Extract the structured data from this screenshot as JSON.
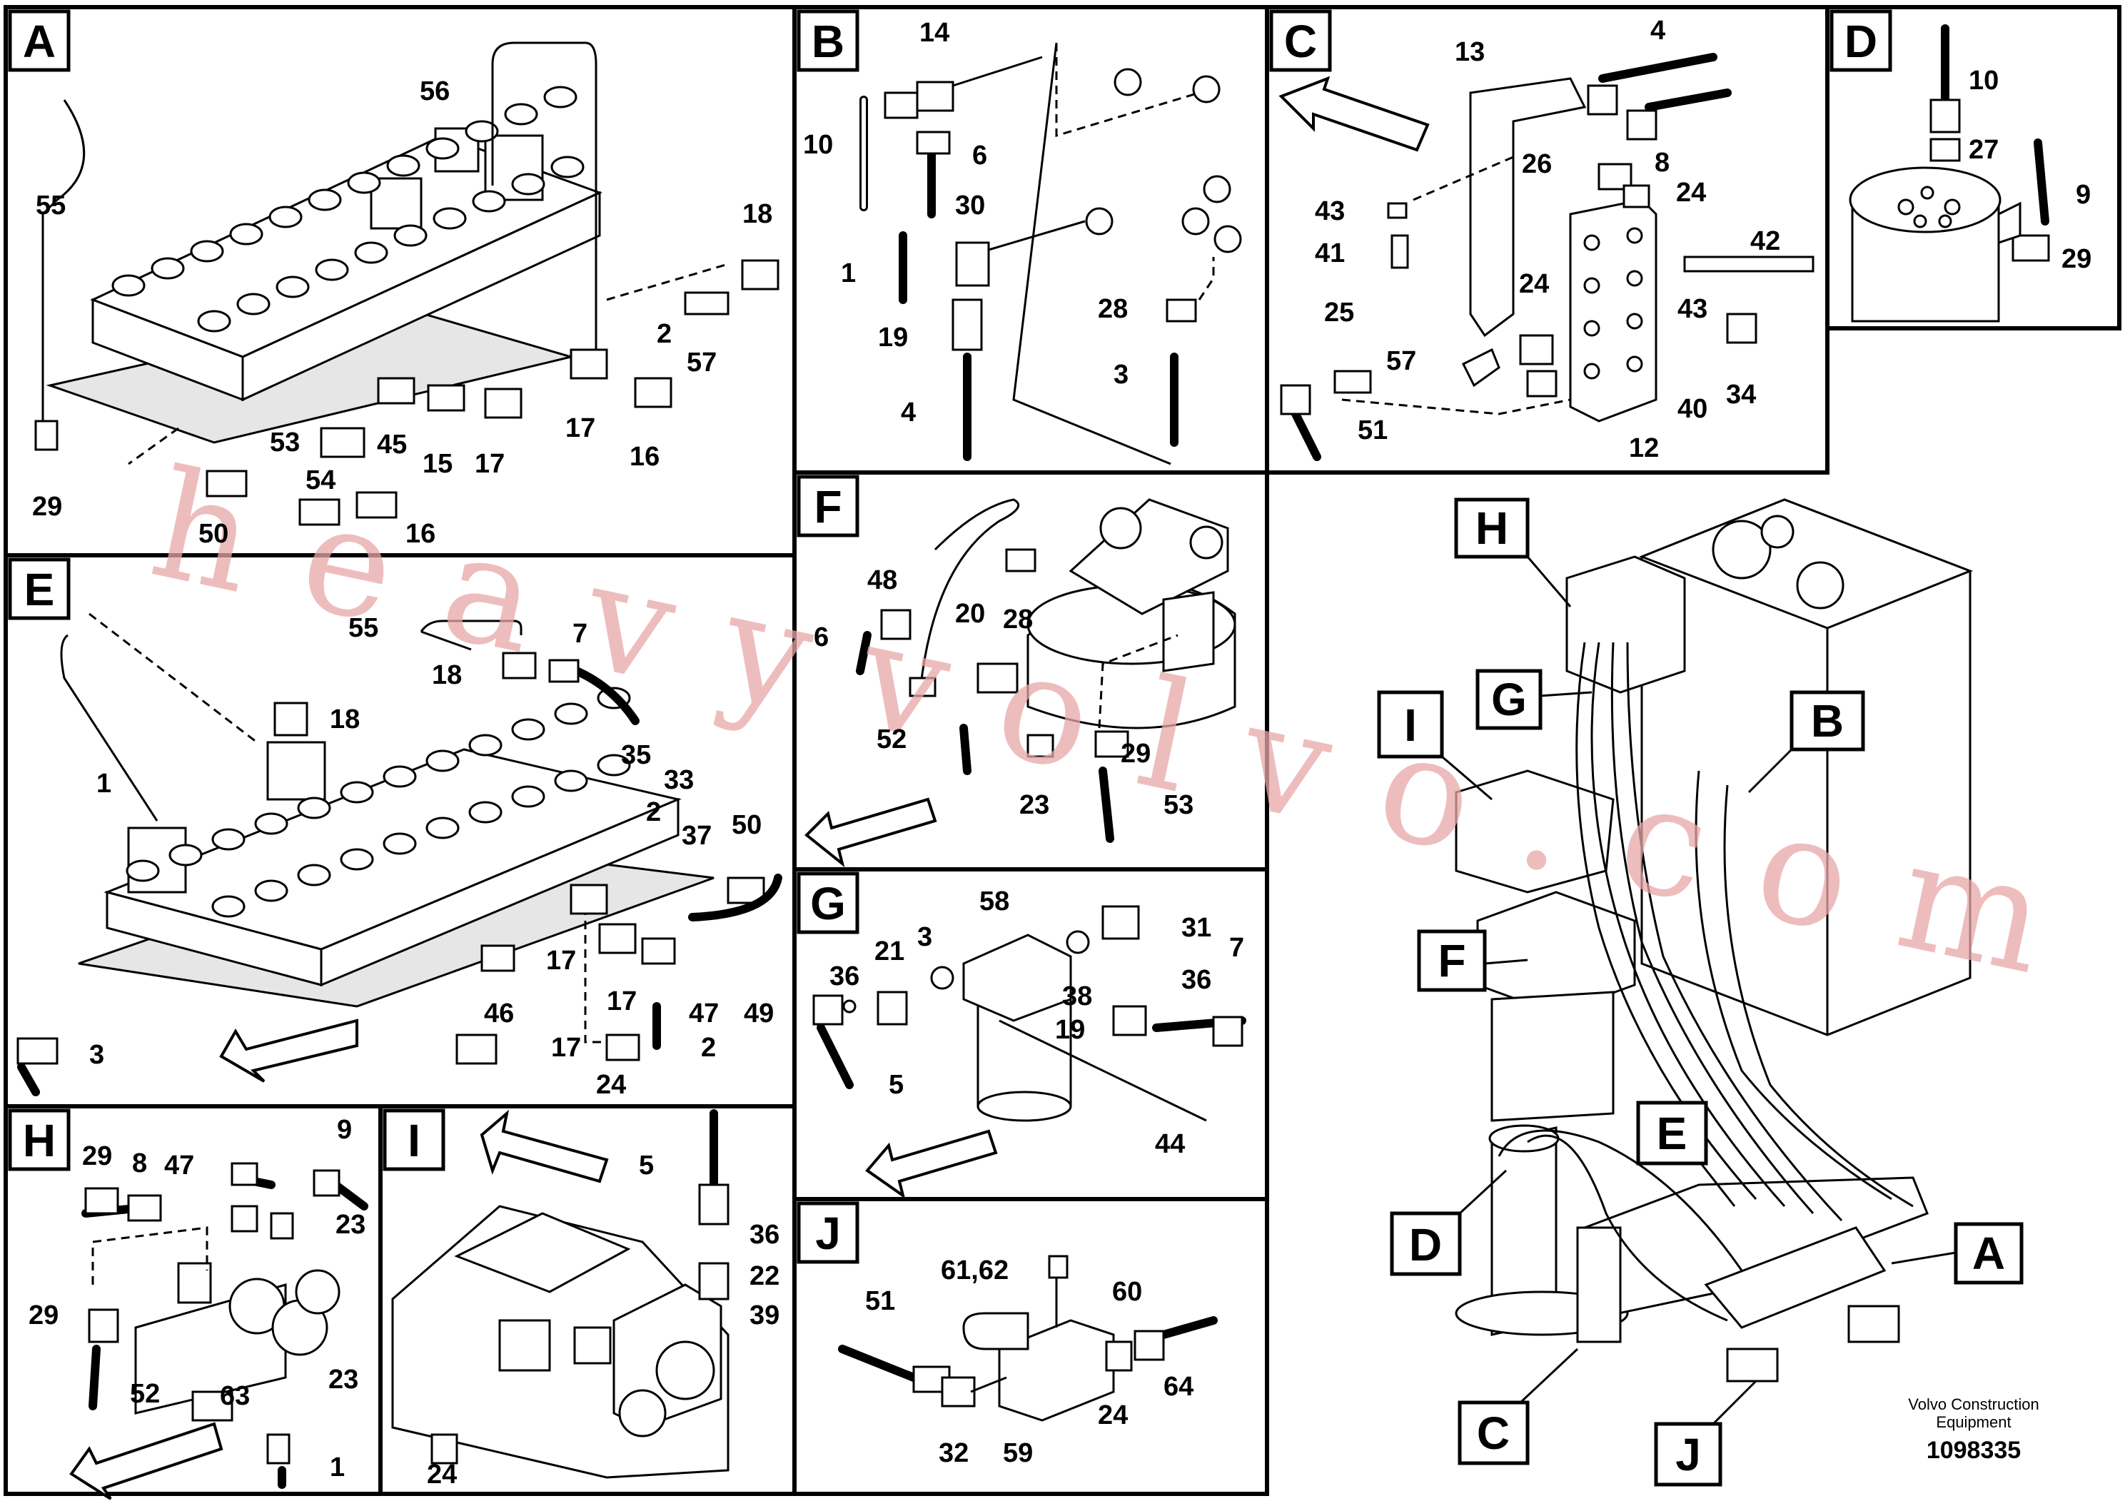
{
  "panels": {
    "A": {
      "letter": "A",
      "callouts": [
        "56",
        "55",
        "18",
        "2",
        "57",
        "17",
        "16",
        "17",
        "15",
        "45",
        "53",
        "54",
        "50",
        "16",
        "29"
      ]
    },
    "B": {
      "letter": "B",
      "callouts": [
        "14",
        "10",
        "6",
        "30",
        "1",
        "19",
        "28",
        "3",
        "4"
      ]
    },
    "C": {
      "letter": "C",
      "callouts": [
        "13",
        "4",
        "8",
        "26",
        "24",
        "43",
        "41",
        "42",
        "43",
        "24",
        "25",
        "57",
        "40",
        "34",
        "51",
        "12"
      ]
    },
    "D": {
      "letter": "D",
      "callouts": [
        "10",
        "27",
        "9",
        "29"
      ]
    },
    "E": {
      "letter": "E",
      "callouts": [
        "55",
        "7",
        "18",
        "18",
        "1",
        "35",
        "33",
        "2",
        "37",
        "50",
        "17",
        "46",
        "17",
        "47",
        "49",
        "3",
        "17",
        "2",
        "24"
      ]
    },
    "F": {
      "letter": "F",
      "callouts": [
        "48",
        "28",
        "6",
        "20",
        "52",
        "29",
        "23",
        "53"
      ]
    },
    "G": {
      "letter": "G",
      "callouts": [
        "58",
        "31",
        "21",
        "3",
        "7",
        "36",
        "38",
        "36",
        "19",
        "5",
        "44"
      ]
    },
    "H": {
      "letter": "H",
      "callouts": [
        "9",
        "29",
        "8",
        "47",
        "23",
        "29",
        "52",
        "63",
        "23",
        "1"
      ]
    },
    "I": {
      "letter": "I",
      "callouts": [
        "5",
        "36",
        "22",
        "39",
        "24"
      ]
    },
    "J": {
      "letter": "J",
      "callouts": [
        "61,62",
        "60",
        "51",
        "64",
        "24",
        "32",
        "59"
      ]
    },
    "overview": {
      "callouts": [
        "H",
        "G",
        "I",
        "B",
        "F",
        "E",
        "D",
        "A",
        "C",
        "J"
      ]
    }
  },
  "watermark": "heavyvolvo.com",
  "credit": {
    "line1": "Volvo Construction",
    "line2": "Equipment"
  },
  "doc_number": "1098335"
}
